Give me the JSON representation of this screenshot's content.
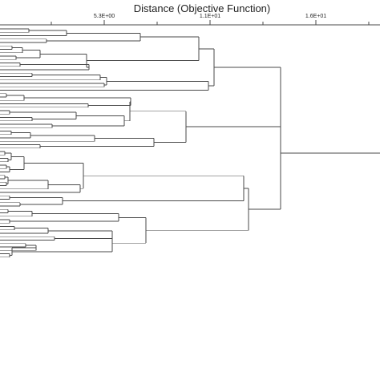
{
  "chart_data": {
    "type": "dendrogram",
    "title": "Distance (Objective Function)",
    "axis": {
      "ticks": [
        "5.3E+00",
        "1.1E+01",
        "1.6E+01"
      ]
    }
  }
}
